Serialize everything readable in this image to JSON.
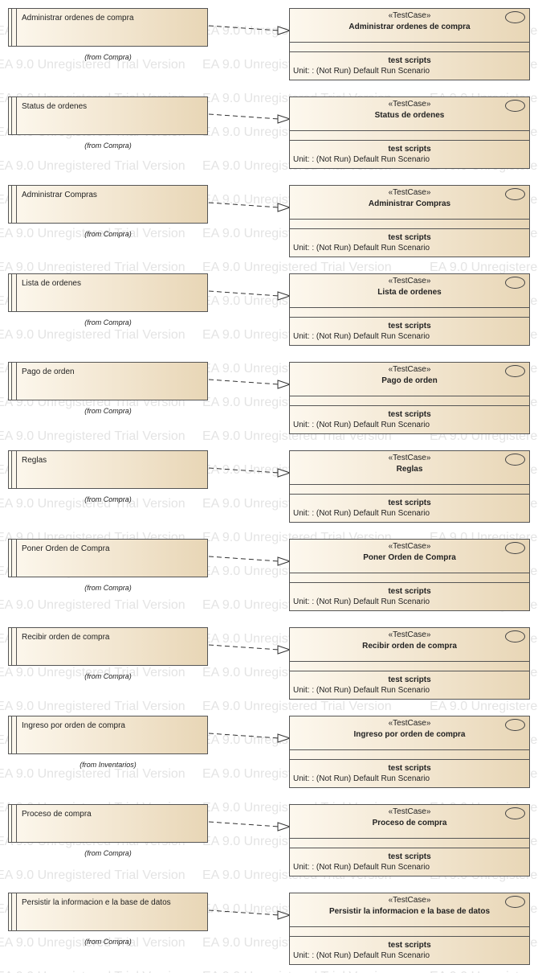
{
  "watermark": {
    "text": "EA 9.0 Unregistered Trial Version"
  },
  "testcase_labels": {
    "stereotype": "«TestCase»",
    "scripts_label": "test scripts",
    "unit_text": "Unit: : (Not Run) Default Run Scenario"
  },
  "rows": [
    {
      "use_case": "Administrar ordenes de compra",
      "from": "(from Compra)",
      "test_case": "Administrar ordenes de compra"
    },
    {
      "use_case": "Status de ordenes",
      "from": "(from Compra)",
      "test_case": "Status de ordenes"
    },
    {
      "use_case": "Administrar Compras",
      "from": "(from Compra)",
      "test_case": "Administrar Compras"
    },
    {
      "use_case": "Lista de ordenes",
      "from": "(from Compra)",
      "test_case": "Lista de ordenes"
    },
    {
      "use_case": "Pago de orden",
      "from": "(from Compra)",
      "test_case": "Pago de orden"
    },
    {
      "use_case": "Reglas",
      "from": "(from Compra)",
      "test_case": "Reglas"
    },
    {
      "use_case": "Poner  Orden de Compra",
      "from": "(from Compra)",
      "test_case": "Poner  Orden de Compra"
    },
    {
      "use_case": "Recibir orden de compra",
      "from": "(from Compra)",
      "test_case": "Recibir orden de compra"
    },
    {
      "use_case": "Ingreso por orden de compra",
      "from": "(from Inventarios)",
      "test_case": "Ingreso por orden de compra"
    },
    {
      "use_case": "Proceso de compra",
      "from": "(from Compra)",
      "test_case": "Proceso de compra"
    },
    {
      "use_case": "Persistir la informacion e la base de datos",
      "from": "(from Compra)",
      "test_case": "Persistir la informacion e la base de datos"
    }
  ]
}
